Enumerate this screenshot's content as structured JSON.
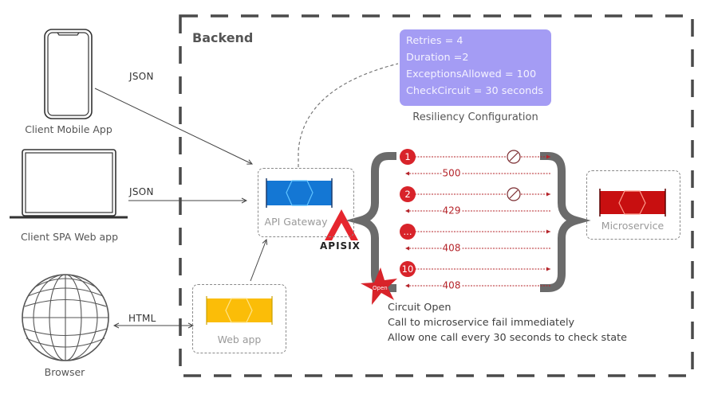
{
  "backend": {
    "title": "Backend"
  },
  "clients": [
    {
      "label": "Client Mobile App",
      "icon": "smartphone-icon",
      "protocol": "JSON"
    },
    {
      "label": "Client SPA Web app",
      "icon": "laptop-icon",
      "protocol": "JSON"
    },
    {
      "label": "Browser",
      "icon": "globe-icon",
      "protocol": "HTML"
    }
  ],
  "services": {
    "api_gateway": {
      "label": "API Gateway",
      "color": "#1477d4",
      "brand": "APISIX",
      "brand_color": "#e6262e"
    },
    "web_app": {
      "label": "Web app",
      "color": "#fbbd08"
    },
    "microservice": {
      "label": "Microservice",
      "color": "#c80f10"
    }
  },
  "resiliency_config": {
    "caption": "Resiliency Configuration",
    "lines": [
      "Retries = 4",
      "Duration =2",
      "ExceptionsAllowed = 100",
      "CheckCircuit = 30 seconds"
    ],
    "color": "#a49cf4"
  },
  "calls": [
    {
      "badge": "1",
      "response": "500",
      "blocked": true
    },
    {
      "badge": "2",
      "response": "429",
      "blocked": true
    },
    {
      "badge": "...",
      "response": "408",
      "blocked": false
    },
    {
      "badge": "10",
      "response": "408",
      "blocked": false
    }
  ],
  "circuit": {
    "badge": "Open",
    "status_lines": [
      "Circuit Open",
      "Call to microservice fail immediately",
      "Allow one call every 30 seconds to check state"
    ],
    "accent": "#d8232a"
  }
}
